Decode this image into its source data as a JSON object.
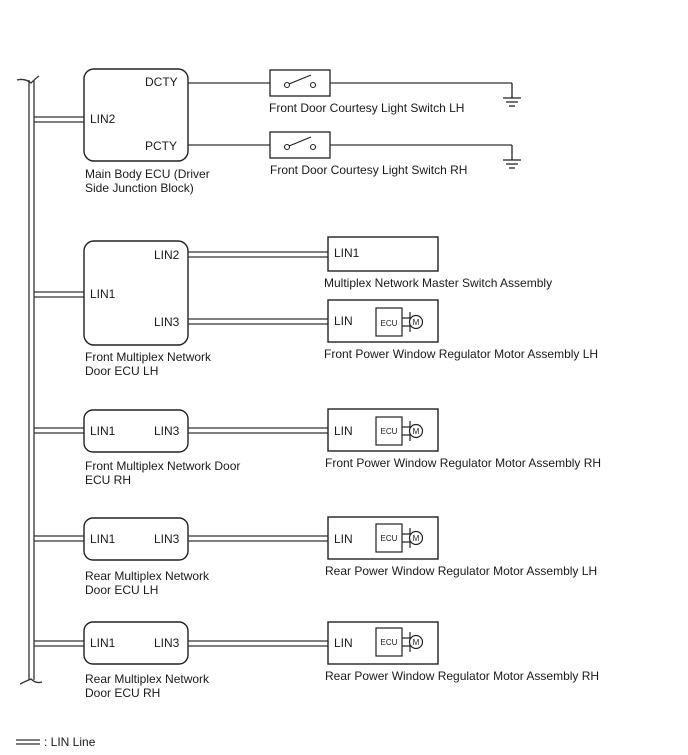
{
  "ecus": {
    "main_body": {
      "caption_line1": "Main Body ECU (Driver",
      "caption_line2": "Side Junction Block)",
      "pin_dcty": "DCTY",
      "pin_lin2": "LIN2",
      "pin_pcty": "PCTY"
    },
    "front_lh": {
      "caption_line1": "Front Multiplex Network",
      "caption_line2": "Door ECU LH",
      "pin_lin1": "LIN1",
      "pin_lin2": "LIN2",
      "pin_lin3": "LIN3"
    },
    "front_rh": {
      "caption_line1": "Front Multiplex Network Door",
      "caption_line2": "ECU RH",
      "pin_lin1": "LIN1",
      "pin_lin3": "LIN3"
    },
    "rear_lh": {
      "caption_line1": "Rear Multiplex Network",
      "caption_line2": "Door ECU LH",
      "pin_lin1": "LIN1",
      "pin_lin3": "LIN3"
    },
    "rear_rh": {
      "caption_line1": "Rear Multiplex Network",
      "caption_line2": "Door ECU RH",
      "pin_lin1": "LIN1",
      "pin_lin3": "LIN3"
    }
  },
  "switches": {
    "lh": {
      "label": "Front Door Courtesy Light Switch LH"
    },
    "rh": {
      "label": "Front Door Courtesy Light Switch RH"
    }
  },
  "devices": {
    "master_switch": {
      "pin": "LIN1",
      "label": "Multiplex Network Master Switch Assembly"
    },
    "front_lh_motor": {
      "pin": "LIN",
      "ecu_text": "ECU",
      "motor_text": "M",
      "label": "Front Power Window Regulator Motor Assembly LH"
    },
    "front_rh_motor": {
      "pin": "LIN",
      "ecu_text": "ECU",
      "motor_text": "M",
      "label": "Front Power Window Regulator Motor Assembly RH"
    },
    "rear_lh_motor": {
      "pin": "LIN",
      "ecu_text": "ECU",
      "motor_text": "M",
      "label": "Rear Power Window Regulator Motor Assembly LH"
    },
    "rear_rh_motor": {
      "pin": "LIN",
      "ecu_text": "ECU",
      "motor_text": "M",
      "label": "Rear Power Window Regulator Motor Assembly RH"
    }
  },
  "legend": {
    "text": ": LIN Line"
  }
}
